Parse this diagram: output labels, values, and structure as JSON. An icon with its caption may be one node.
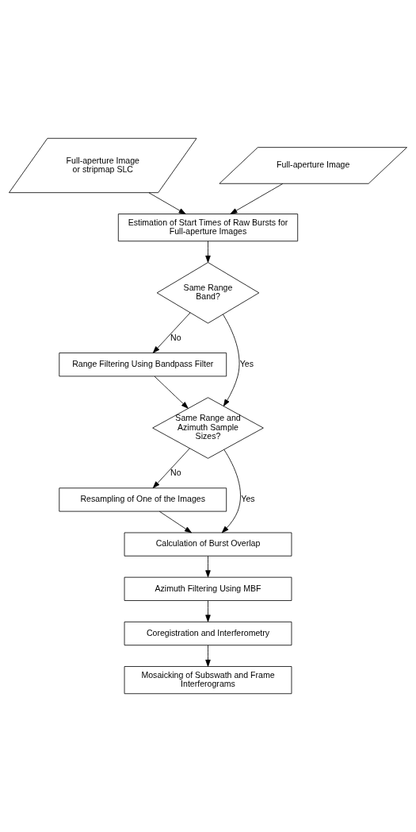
{
  "diagram": {
    "nodes": [
      {
        "text": [
          "Full-aperture Image or stripmap SLC"
        ]
      },
      {
        "text": [
          "Full-aperture Image"
        ]
      },
      {
        "text": [
          "Estimation of Start Times of Raw Bursts for Full-aperture Images"
        ]
      },
      {
        "text": [
          "Same Range Band?"
        ]
      },
      {
        "text": [
          "Range Filtering Using Bandpass Filter"
        ]
      },
      {
        "text": [
          "Same Range and Azimuth Sample Sizes?"
        ]
      },
      {
        "text": [
          "Resampling of One of the Images"
        ]
      },
      {
        "text": [
          "Calculation of Burst Overlap"
        ]
      },
      {
        "text": [
          "Azimuth Filtering Using MBF"
        ]
      },
      {
        "text": [
          "Coregistration and Interferometry"
        ]
      },
      {
        "text": [
          "Mosaicking of Subswath and Frame Interferograms"
        ]
      }
    ],
    "edges": [
      {
        "from": 0,
        "to": 2,
        "arrow": "to"
      },
      {
        "from": 1,
        "to": 2,
        "arrow": "to"
      },
      {
        "from": 2,
        "to": 3,
        "arrow": "to"
      },
      {
        "from": 3,
        "to": 4,
        "arrow": "to",
        "label": "No"
      },
      {
        "from": 3,
        "to": 5,
        "arrow": "to",
        "label": "Yes"
      },
      {
        "from": 4,
        "to": 5,
        "arrow": "to"
      },
      {
        "from": 5,
        "to": 6,
        "arrow": "to",
        "label": "No"
      },
      {
        "from": 5,
        "to": 7,
        "arrow": "to",
        "label": "Yes"
      },
      {
        "from": 6,
        "to": 7,
        "arrow": "to"
      },
      {
        "from": 7,
        "to": 8,
        "arrow": "to"
      },
      {
        "from": 8,
        "to": 9,
        "arrow": "to"
      },
      {
        "from": 9,
        "to": 10,
        "arrow": "to"
      }
    ]
  }
}
